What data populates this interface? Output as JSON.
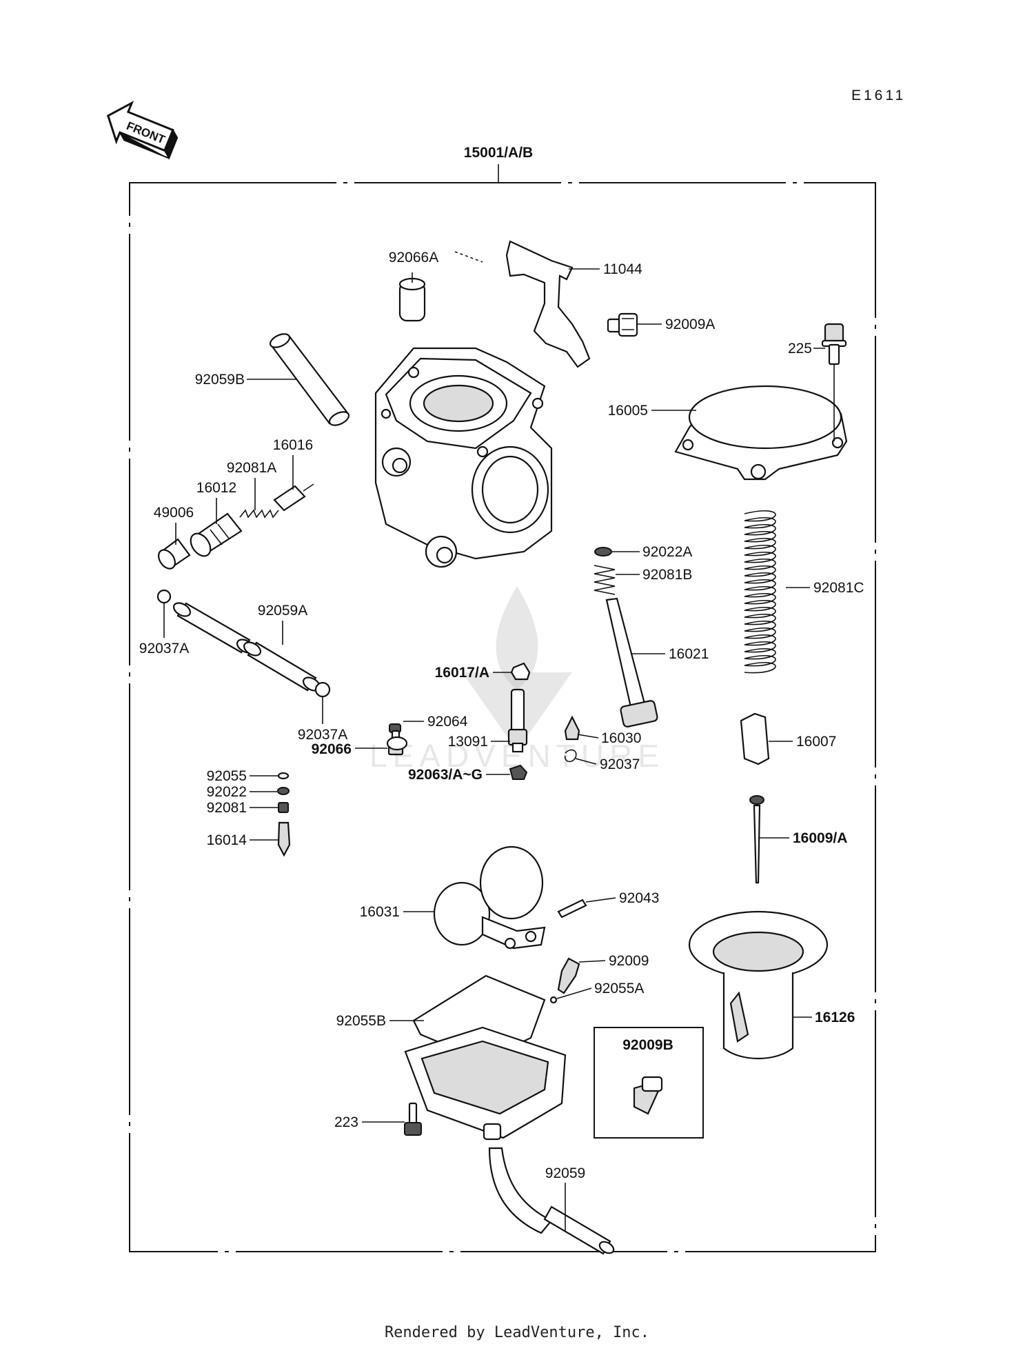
{
  "diagram_code": "E1611",
  "front_label": "FRONT",
  "assembly_label": "15001/A/B",
  "footer": "Rendered by LeadVenture, Inc.",
  "watermark": "LEADVENTURE",
  "callouts": {
    "p92066A": "92066A",
    "p11044": "11044",
    "p92009A": "92009A",
    "p225": "225",
    "p92059B": "92059B",
    "p16005": "16005",
    "p16016": "16016",
    "p92081A": "92081A",
    "p16012": "16012",
    "p49006": "49006",
    "p92022A": "92022A",
    "p92081B": "92081B",
    "p92081C": "92081C",
    "p92059A": "92059A",
    "p92037A_top": "92037A",
    "p16021": "16021",
    "p16017A": "16017/A",
    "p92064": "92064",
    "p92037A_bot": "92037A",
    "p13091": "13091",
    "p16030": "16030",
    "p16007": "16007",
    "p92066": "92066",
    "p92037": "92037",
    "p92055": "92055",
    "p92063": "92063/A~G",
    "p92022": "92022",
    "p92081": "92081",
    "p16014": "16014",
    "p16009A": "16009/A",
    "p92043": "92043",
    "p16031": "16031",
    "p92009": "92009",
    "p92055A": "92055A",
    "p92055B": "92055B",
    "p16126": "16126",
    "p92009B": "92009B",
    "p223": "223",
    "p92059": "92059"
  }
}
